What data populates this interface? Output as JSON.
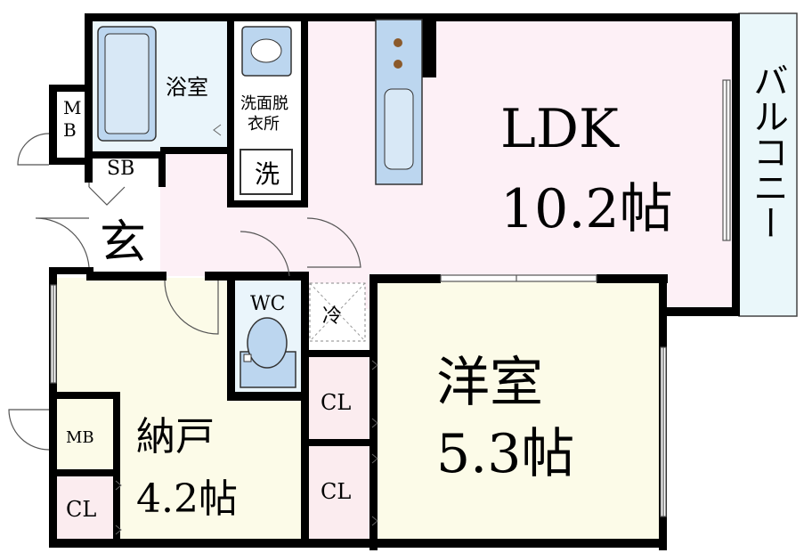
{
  "rooms": {
    "ldk": {
      "name": "LDK",
      "size": "10.2帖"
    },
    "western": {
      "name": "洋室",
      "size": "5.3帖"
    },
    "storage": {
      "name": "納戸",
      "size": "4.2帖"
    },
    "bath": {
      "name": "浴室"
    },
    "washroom": {
      "line1": "洗面脱",
      "line2": "衣所"
    },
    "washer": {
      "name": "洗"
    },
    "entrance": {
      "name": "玄"
    },
    "toilet": {
      "name": "WC"
    },
    "fridge": {
      "name": "冷"
    },
    "balcony": {
      "name": "バルコニー"
    }
  },
  "storage_units": {
    "mb_top": {
      "line1": "M",
      "line2": "B"
    },
    "mb_left": "MB",
    "sb": "SB",
    "cl_upper": "CL",
    "cl_lower": "CL",
    "cl_left": "CL"
  },
  "colors": {
    "wall": "#000000",
    "ldk": "#fdf0f6",
    "western": "#fcfbe8",
    "storage": "#fcfbe8",
    "bath": "#eaf5fb",
    "fixture": "#bcd6ef",
    "closet": "#fbecef",
    "balcony": "#eaf7fa"
  }
}
